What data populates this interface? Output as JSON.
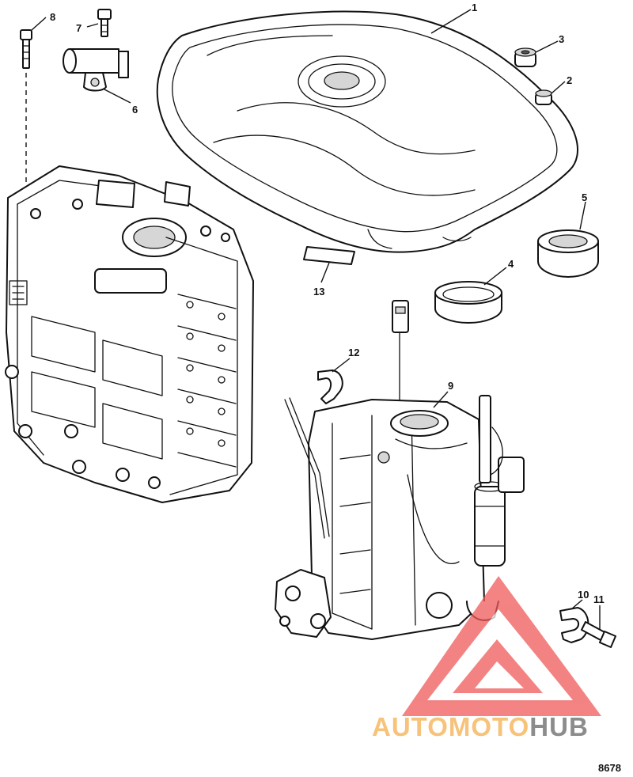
{
  "callouts": [
    "1",
    "2",
    "3",
    "4",
    "5",
    "6",
    "7",
    "8",
    "9",
    "10",
    "11",
    "12",
    "13"
  ],
  "figure_number": "8678",
  "watermark": {
    "part1": "AUTOMOTO",
    "part2": "HUB",
    "color1": "#f7c27a",
    "color2": "#8c8c8c",
    "logo_color": "#f05a5a"
  }
}
